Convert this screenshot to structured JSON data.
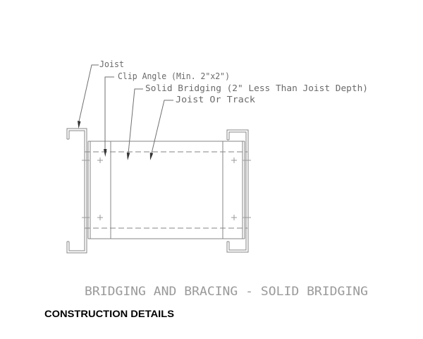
{
  "drawing": {
    "labels": [
      {
        "id": "joist",
        "text": "Joist"
      },
      {
        "id": "clip-angle",
        "text": "Clip Angle (Min. 2\"x2\")"
      },
      {
        "id": "solid-bridging",
        "text": "Solid Bridging (2\" Less Than Joist Depth)"
      },
      {
        "id": "joist-or-track",
        "text": "Joist Or Track"
      }
    ],
    "title": "BRIDGING AND BRACING - SOLID BRIDGING"
  },
  "footer": {
    "heading": "CONSTRUCTION DETAILS"
  },
  "colors": {
    "background": "#ffffff",
    "linework": "#858585",
    "label_text": "#6a6a6a",
    "title_text": "#9a9a9a",
    "heading_text": "#000000"
  }
}
